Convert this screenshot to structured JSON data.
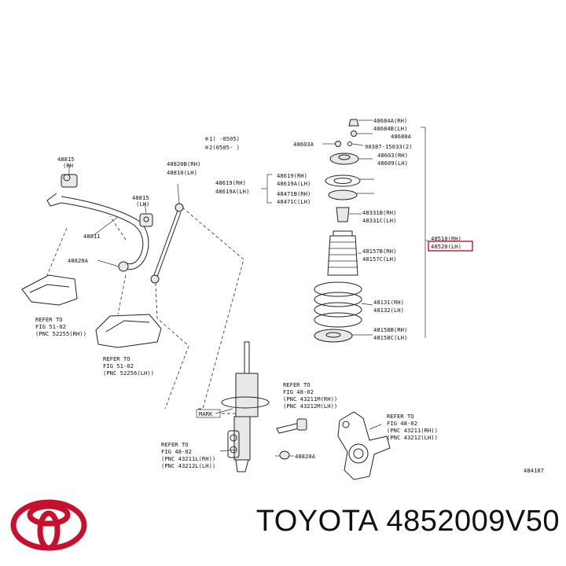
{
  "labels": {
    "l48684A": "48684A(RH)",
    "l48684B": "48684B(LH)",
    "l48680A": "48680A",
    "l48603A": "48603A",
    "l90387": "90387-15033(2)",
    "l48603": "48603(RH)",
    "l48609": "48609(LH)",
    "l48619": "48619(RH)",
    "l48619A": "48619A(LH)",
    "l48471B": "48471B(RH)",
    "l48471C": "48471C(LH)",
    "l48331B": "48331B(RH)",
    "l48331C": "48331C(LH)",
    "l48510": "48510(RH)",
    "l48520": "48520(LH)",
    "l48157B": "48157B(RH)",
    "l48157C": "48157C(LH)",
    "l48131": "48131(RH)",
    "l48132": "48132(LH)",
    "l48158B": "48158B(RH)",
    "l48158C": "48158C(LH)",
    "l48815a": "48815",
    "l48815a_sub": "(RH",
    "l48815b": "48815",
    "l48815b_sub": "(LH)",
    "l48811": "48811",
    "l48820A_top": "48820A",
    "l48820B": "48820B(RH)",
    "l48810": "48810(LH)",
    "l48820A_bot": "48820A",
    "mark": "MARK",
    "note1": "※1(      -0505)",
    "note2": "※2(0505-      )",
    "footnote": "484187"
  },
  "refs": {
    "ref_51_02_a": [
      "REFER TO",
      "FIG 51-02",
      "(PNC 52255(RH))"
    ],
    "ref_51_02_b": [
      "REFER TO",
      "FIG 51-02",
      "(PNC 52256(LH))"
    ],
    "ref_48_02_a": [
      "REFER TO",
      "FIG 48-02",
      "(PNC 43211M(RH))",
      "(PNC 43212M(LH))"
    ],
    "ref_48_02_b": [
      "REFER TO",
      "FIG 48-02",
      "(PNC 43211(RH))",
      "(PNC 43212(LH))"
    ],
    "ref_48_02_c": [
      "REFER TO",
      "FIG 48-02",
      "(PNC 43211L(RH))",
      "(PNC 43212L(LH))"
    ]
  },
  "footer": {
    "brand": "TOYOTA",
    "part_number": "4852009V50",
    "logo_icon": "toyota-logo-icon",
    "logo_color": "#c8102e"
  }
}
